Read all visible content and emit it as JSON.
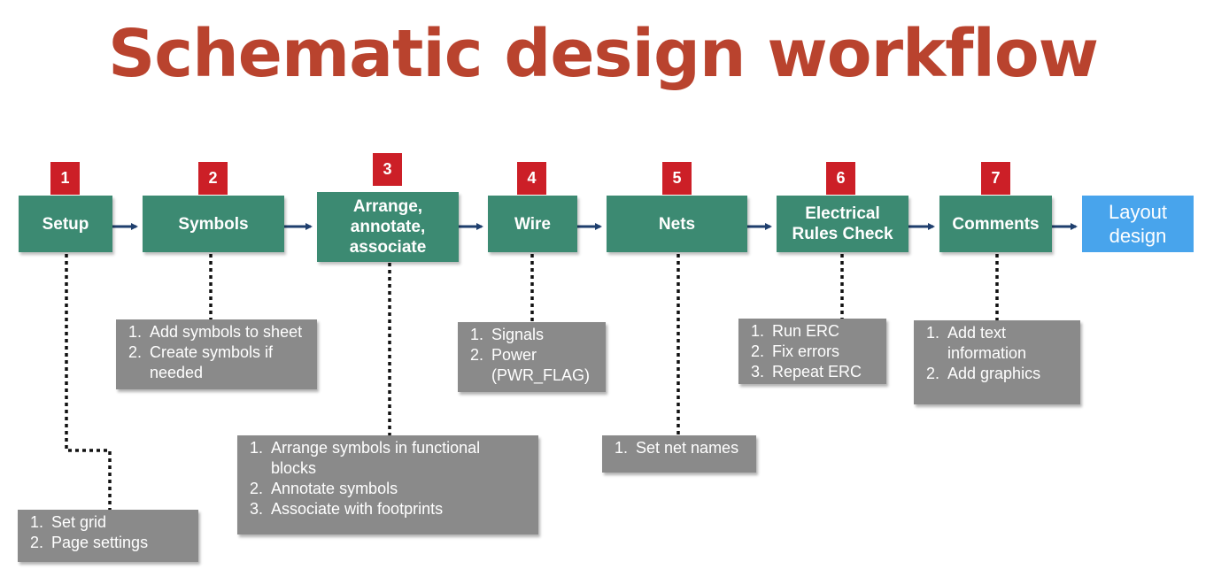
{
  "title": "Schematic design workflow",
  "colors": {
    "title": "#b9432e",
    "step": "#3c8a72",
    "badge": "#cc1f27",
    "final": "#48a4ec",
    "note": "#8a8a8a",
    "arrow": "#1f3f6e"
  },
  "steps": [
    {
      "number": "1",
      "label": "Setup"
    },
    {
      "number": "2",
      "label": "Symbols"
    },
    {
      "number": "3",
      "label": "Arrange,\nannotate,\nassociate"
    },
    {
      "number": "4",
      "label": "Wire"
    },
    {
      "number": "5",
      "label": "Nets"
    },
    {
      "number": "6",
      "label": "Electrical\nRules Check"
    },
    {
      "number": "7",
      "label": "Comments"
    }
  ],
  "final_step": {
    "label": "Layout\ndesign"
  },
  "notes": [
    {
      "items": [
        "Set grid",
        "Page settings"
      ]
    },
    {
      "items": [
        "Add symbols to sheet",
        "Create symbols if needed"
      ]
    },
    {
      "items": [
        "Arrange symbols in functional blocks",
        "Annotate symbols",
        "Associate with footprints"
      ]
    },
    {
      "items": [
        "Signals",
        "Power (PWR_FLAG)"
      ]
    },
    {
      "items": [
        "Set net names"
      ]
    },
    {
      "items": [
        "Run ERC",
        "Fix errors",
        "Repeat ERC"
      ]
    },
    {
      "items": [
        "Add text information",
        "Add graphics"
      ]
    }
  ]
}
